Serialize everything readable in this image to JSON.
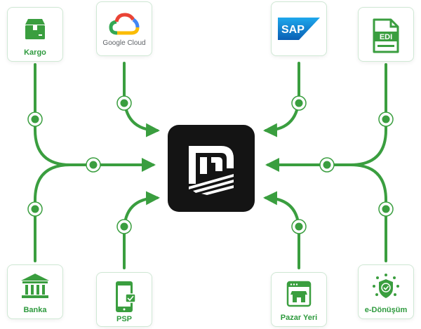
{
  "diagram": {
    "hub_logo": "mm-logo-icon",
    "accent_color": "#3a9e3f",
    "hub_color": "#141414",
    "integrations": [
      {
        "key": "kargo",
        "label": "Kargo",
        "icon": "package-icon"
      },
      {
        "key": "google_cloud",
        "label": "Google Cloud",
        "icon": "google-cloud-icon"
      },
      {
        "key": "sap",
        "label": "SAP",
        "icon": "sap-logo"
      },
      {
        "key": "edi",
        "label": "EDI",
        "icon": "edi-document-icon"
      },
      {
        "key": "banka",
        "label": "Banka",
        "icon": "bank-icon"
      },
      {
        "key": "psp",
        "label": "PSP",
        "icon": "mobile-payment-icon"
      },
      {
        "key": "pazar_yeri",
        "label": "Pazar Yeri",
        "icon": "marketplace-store-icon"
      },
      {
        "key": "e_donusum",
        "label": "e-Dönüşüm",
        "icon": "shield-check-icon"
      }
    ]
  }
}
